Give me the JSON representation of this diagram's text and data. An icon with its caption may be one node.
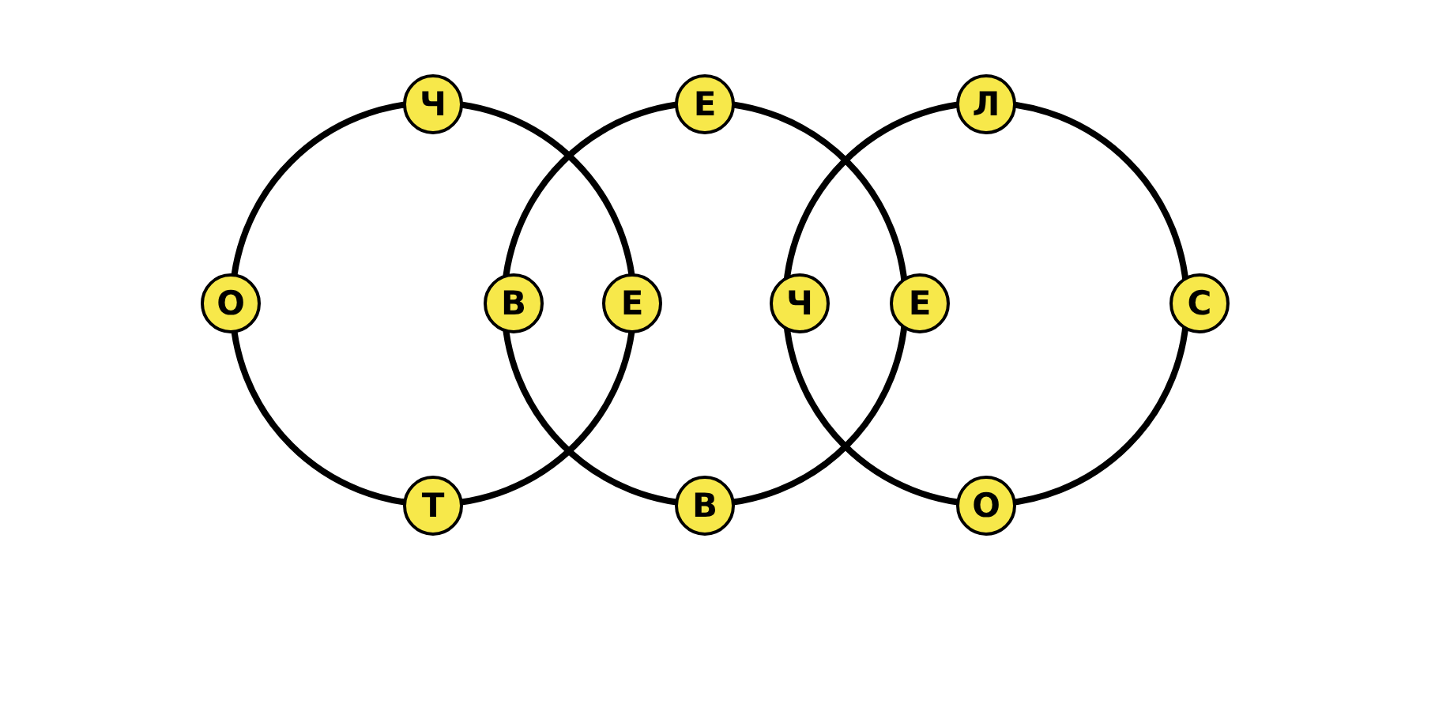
{
  "diagram": {
    "nodes": [
      {
        "text": [
          "Ч"
        ]
      },
      {
        "text": [
          "Е"
        ]
      },
      {
        "text": [
          "Л"
        ]
      },
      {
        "text": [
          "О"
        ]
      },
      {
        "text": [
          "В"
        ]
      },
      {
        "text": [
          "Е"
        ]
      },
      {
        "text": [
          "Ч"
        ]
      },
      {
        "text": [
          "Е"
        ]
      },
      {
        "text": [
          "С"
        ]
      },
      {
        "text": [
          "Т"
        ]
      },
      {
        "text": [
          "В"
        ]
      },
      {
        "text": [
          "О"
        ]
      }
    ]
  }
}
